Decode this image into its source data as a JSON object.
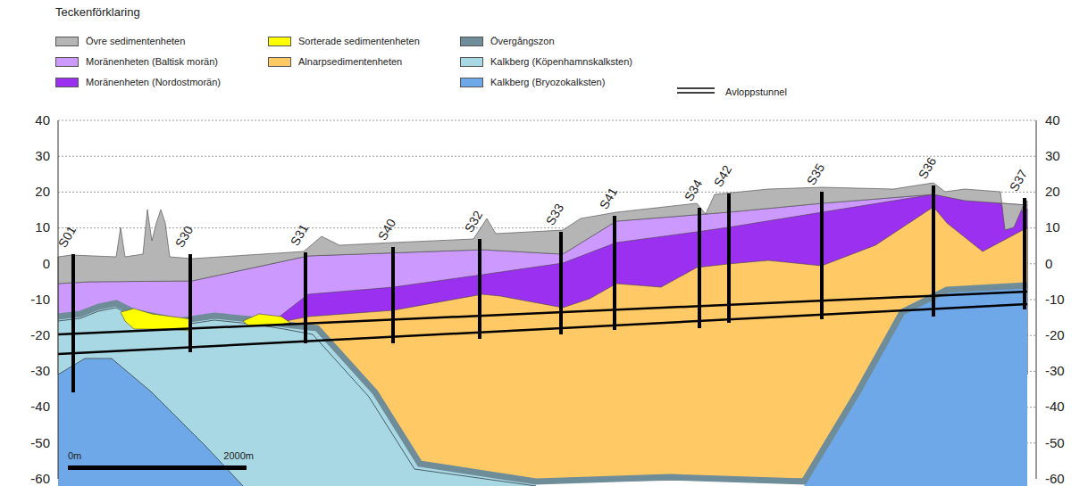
{
  "diagram": {
    "title": "Teckenförklaring",
    "labels": [
      "40",
      "30",
      "20",
      "10",
      "0",
      "-10",
      "-20",
      "-30",
      "-40",
      "-50",
      "-60",
      "40",
      "30",
      "20",
      "10",
      "0",
      "-10",
      "-20",
      "-30",
      "-40",
      "-50",
      "-60",
      "S01",
      "S30",
      "S31",
      "S40",
      "S32",
      "S33",
      "S41",
      "S34",
      "S42",
      "S35",
      "S36",
      "S37",
      "0m",
      "2000m"
    ],
    "legend": [
      {
        "text": "Övre sedimentenheten",
        "color": "#b5b5b5"
      },
      {
        "text": "Moränenheten (Baltisk morän)",
        "color": "#cc99ff"
      },
      {
        "text": "Moränenheten (Nordostmorän)",
        "color": "#9b30f0"
      },
      {
        "text": "Sorterade sedimentenheten",
        "color": "#ffff00"
      },
      {
        "text": "Alnarpsedimentenheten",
        "color": "#ffc966"
      },
      {
        "text": "Övergångszon",
        "color": "#6f8c99"
      },
      {
        "text": "Kalkberg (Köpenhamnskalksten)",
        "color": "#a8d8e3"
      },
      {
        "text": "Kalkberg (Bryozokalksten)",
        "color": "#6fa8e8"
      },
      {
        "text": "Avloppstunnel"
      }
    ]
  }
}
